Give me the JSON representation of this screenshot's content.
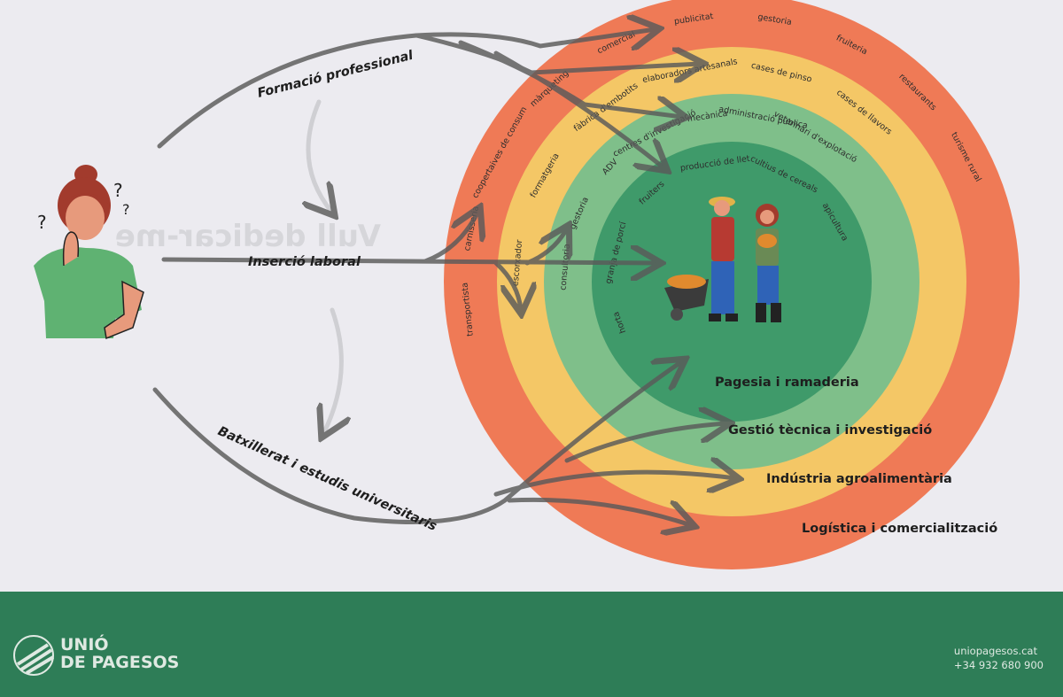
{
  "paths": {
    "formacio": "Formació professional",
    "insercio": "Inserció laboral",
    "batxillerat": "Batxillerat i estudis universitaris"
  },
  "rings": {
    "outer": {
      "label": "Logística i comercialització",
      "color": "#ef7a56",
      "items": [
        "transportista",
        "carnisseria",
        "coopertaives de consum",
        "màrqueting",
        "comercial",
        "publicitat",
        "gestoria",
        "fruiteria",
        "restaurants",
        "turisme rural"
      ]
    },
    "second": {
      "label": "Indústria agroalimentària",
      "color": "#f4c766",
      "items": [
        "escorxador",
        "formatgeria",
        "fàbrica d'embotits",
        "elaboradors artesanals",
        "cases de pinso",
        "cases de llavors"
      ]
    },
    "third": {
      "label": "Gestió tècnica i investigació",
      "color": "#7fbf8a",
      "items": [
        "consultoria",
        "gestoria",
        "ADV",
        "centres d'investigació",
        "mecànica",
        "administració pública",
        "veterinari d'explotació"
      ]
    },
    "inner": {
      "label": "Pagesia i ramaderia",
      "color": "#3f9a6a",
      "items": [
        "horta",
        "granja de porcí",
        "fruiters",
        "producció de llet",
        "cultius de cereals",
        "apicultura"
      ]
    }
  },
  "footer": {
    "logo_line1": "UNIÓ",
    "logo_line2": "DE PAGESOS",
    "website": "uniopagesos.cat",
    "phone": "+34 932 680 900"
  }
}
